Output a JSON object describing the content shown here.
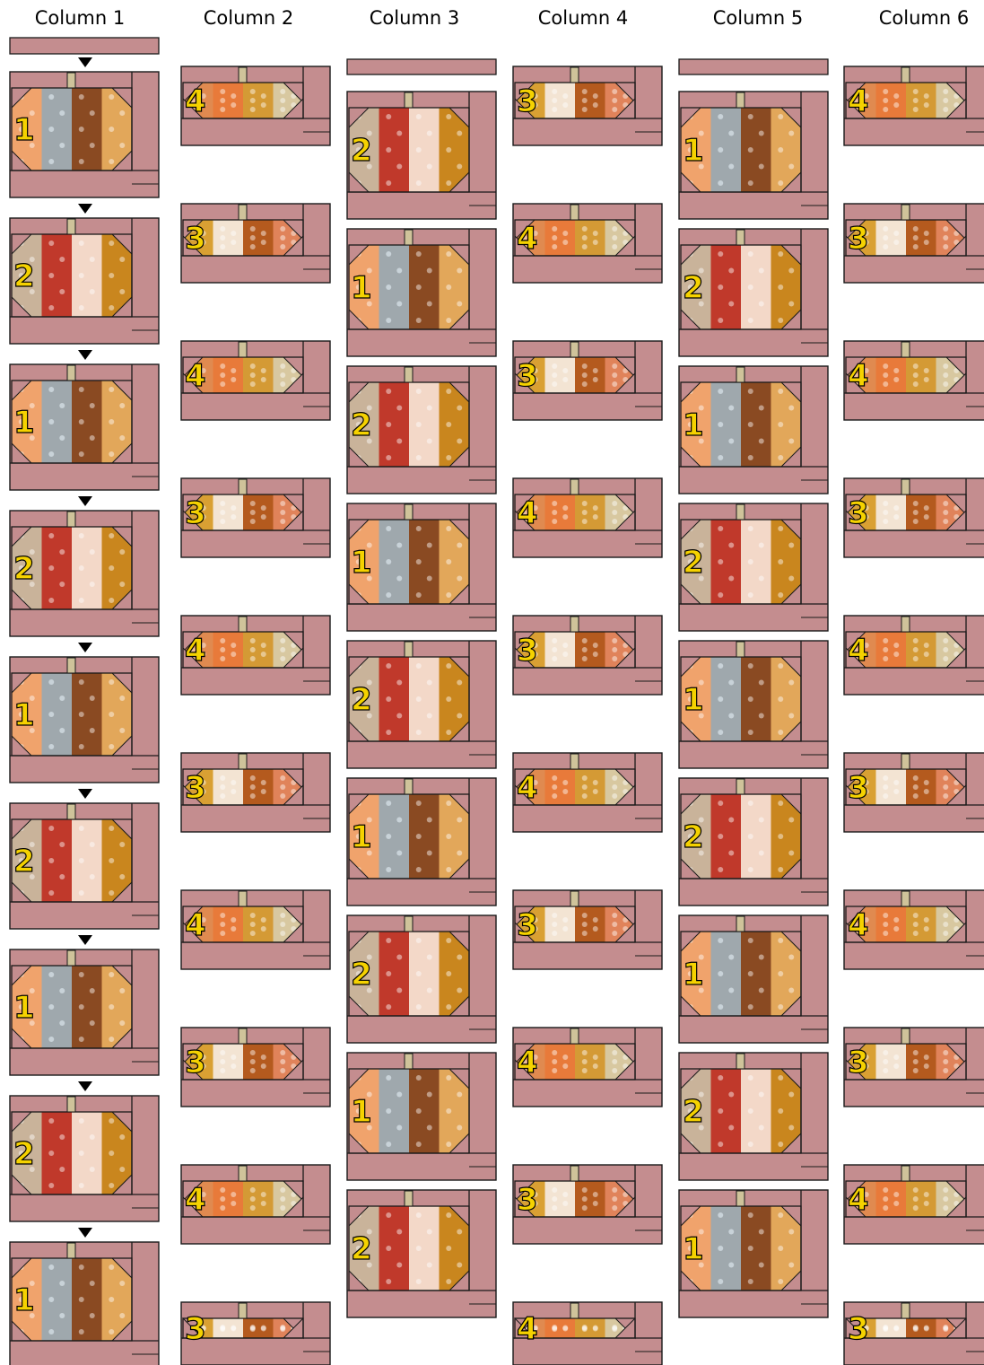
{
  "page": {
    "columns": [
      {
        "title": "Column 1",
        "blocks": [
          1,
          2,
          1,
          2,
          1,
          2,
          1,
          2,
          1
        ]
      },
      {
        "title": "Column 2",
        "blocks": [
          4,
          3,
          4,
          3,
          4,
          3,
          4,
          3,
          4,
          3
        ]
      },
      {
        "title": "Column 3",
        "blocks": [
          2,
          1,
          2,
          1,
          2,
          1,
          2,
          1,
          2
        ]
      },
      {
        "title": "Column 4",
        "blocks": [
          3,
          4,
          3,
          4,
          3,
          4,
          3,
          4,
          3,
          4
        ]
      },
      {
        "title": "Column 5",
        "blocks": [
          1,
          2,
          1,
          2,
          1,
          2,
          1,
          2,
          1
        ]
      },
      {
        "title": "Column 6",
        "blocks": [
          4,
          3,
          4,
          3,
          4,
          3,
          4,
          3,
          4,
          3
        ]
      }
    ]
  },
  "colors": {
    "sashing": "#c48d8f",
    "outline": "#1a1a1a",
    "number_fill": "#f5d200",
    "stem": "#cfc39a",
    "strips": {
      "1": [
        "#f0a36c",
        "#9fa8ad",
        "#8a4a22",
        "#e2a75a"
      ],
      "2": [
        "#c9b39a",
        "#c0392b",
        "#f3d8c8",
        "#c9861e"
      ],
      "3": [
        "#d9a033",
        "#f3e4d3",
        "#b45a1e",
        "#e0835a"
      ],
      "4": [
        "#e08a50",
        "#e87a3a",
        "#d49a35",
        "#d8c8a0"
      ]
    }
  }
}
